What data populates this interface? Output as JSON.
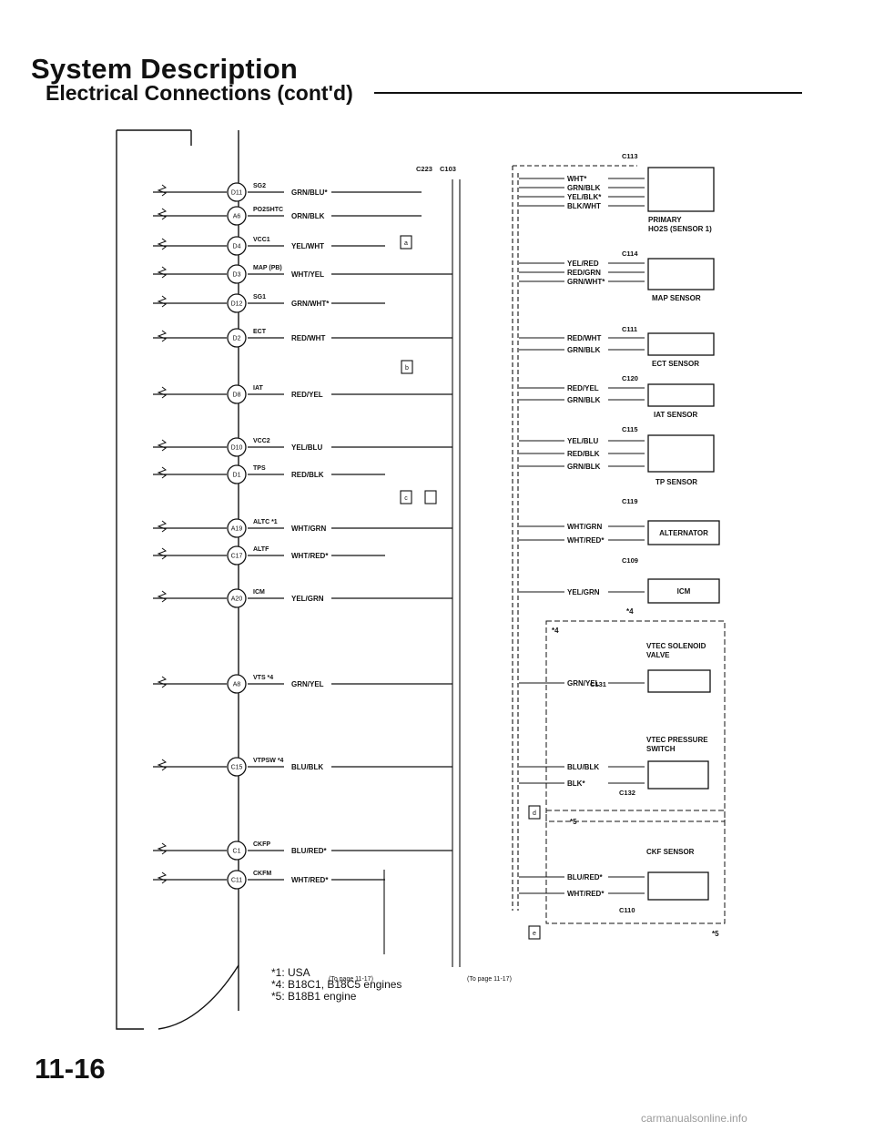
{
  "header": {
    "title": "System Description",
    "subtitle": "Electrical Connections (cont'd)"
  },
  "connectors": {
    "c223": "C223",
    "c103": "C103",
    "c113": "C113",
    "c114": "C114",
    "c111": "C111",
    "c120": "C120",
    "c115": "C115",
    "c119": "C119",
    "c109": "C109",
    "c131": "C131",
    "c132": "C132",
    "c110": "C110"
  },
  "ecm_signals": [
    {
      "pin": "D11",
      "name": "SG2",
      "wire": "GRN/BLU*"
    },
    {
      "pin": "A6",
      "name": "PO2SHTC",
      "wire": "ORN/BLK"
    },
    {
      "pin": "D4",
      "name": "VCC1",
      "wire": "YEL/WHT"
    },
    {
      "pin": "D3",
      "name": "MAP (PB)",
      "wire": "WHT/YEL"
    },
    {
      "pin": "D12",
      "name": "SG1",
      "wire": "GRN/WHT*"
    },
    {
      "pin": "D2",
      "name": "ECT",
      "wire": "RED/WHT"
    },
    {
      "pin": "D8",
      "name": "IAT",
      "wire": "RED/YEL"
    },
    {
      "pin": "D10",
      "name": "VCC2",
      "wire": "YEL/BLU"
    },
    {
      "pin": "D1",
      "name": "TPS",
      "wire": "RED/BLK"
    },
    {
      "pin": "A19",
      "name": "ALTC *1",
      "wire": "WHT/GRN"
    },
    {
      "pin": "C17",
      "name": "ALTF",
      "wire": "WHT/RED*"
    },
    {
      "pin": "A20",
      "name": "ICM",
      "wire": "YEL/GRN"
    },
    {
      "pin": "A8",
      "name": "VTS *4",
      "wire": "GRN/YEL"
    },
    {
      "pin": "C15",
      "name": "VTPSW *4",
      "wire": "BLU/BLK"
    },
    {
      "pin": "C1",
      "name": "CKFP",
      "wire": "BLU/RED*"
    },
    {
      "pin": "C11",
      "name": "CKFM",
      "wire": "WHT/RED*"
    }
  ],
  "component_wires": {
    "o2_1": "WHT*",
    "o2_2": "GRN/BLK",
    "o2_3": "YEL/BLK*",
    "o2_4": "BLK/WHT",
    "map_1": "YEL/RED",
    "map_2": "RED/GRN",
    "map_3": "GRN/WHT*",
    "ect_1": "RED/WHT",
    "ect_2": "GRN/BLK",
    "iat_1": "RED/YEL",
    "iat_2": "GRN/BLK",
    "tp_1": "YEL/BLU",
    "tp_2": "RED/BLK",
    "tp_3": "GRN/BLK",
    "alt_1": "WHT/GRN",
    "alt_2": "WHT/RED*",
    "icm_1": "YEL/GRN",
    "vtec_sol": "GRN/YEL",
    "vtec_p1": "BLU/BLK",
    "vtec_p2": "BLK*",
    "ckf_1": "BLU/RED*",
    "ckf_2": "WHT/RED*"
  },
  "components": {
    "primary_ho2s_1": "PRIMARY",
    "primary_ho2s_2": "HO2S (SENSOR 1)",
    "map": "MAP SENSOR",
    "ect": "ECT SENSOR",
    "iat": "IAT SENSOR",
    "tp": "TP SENSOR",
    "alternator": "ALTERNATOR",
    "icm": "ICM",
    "vtec_sol_1": "VTEC SOLENOID",
    "vtec_sol_2": "VALVE",
    "vtec_ps_1": "VTEC PRESSURE",
    "vtec_ps_2": "SWITCH",
    "ckf": "CKF SENSOR"
  },
  "box_markers": {
    "star4_top": "*4",
    "star4_bottom": "*4",
    "star5_top": "*5",
    "star5_bottom": "*5"
  },
  "junctions": [
    "a",
    "b",
    "c",
    "d",
    "e"
  ],
  "page_refs": {
    "left": "(To page 11-17)",
    "right": "(To page 11-17)"
  },
  "footnotes": [
    "*1: USA",
    "*4: B18C1, B18C5 engines",
    "*5: B18B1 engine"
  ],
  "page_number": "11-16",
  "watermark": "carmanualsonline.info"
}
